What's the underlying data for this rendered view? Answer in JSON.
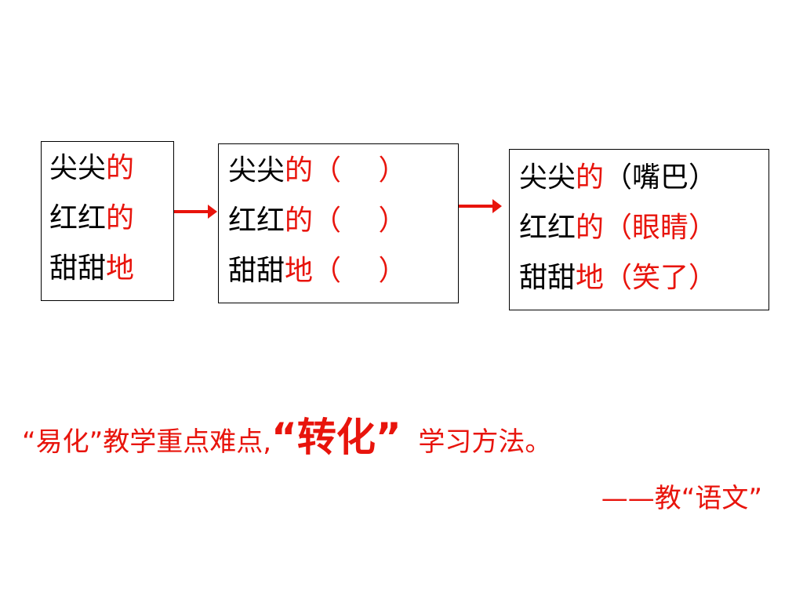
{
  "box1": {
    "lines": [
      [
        "尖尖",
        "的"
      ],
      [
        "红红",
        "的"
      ],
      [
        "甜甜",
        "地"
      ]
    ]
  },
  "box2": {
    "lines": [
      [
        "尖尖",
        "的（　 ）"
      ],
      [
        "红红",
        "的（　 ）"
      ],
      [
        "甜甜",
        "地（　 ）"
      ]
    ]
  },
  "box3": {
    "lines": [
      [
        "尖尖",
        "的",
        "（嘴巴）"
      ],
      [
        "红红",
        "的",
        "（眼睛）"
      ],
      [
        "甜甜",
        "地",
        "（笑了）"
      ]
    ]
  },
  "caption": {
    "part1": "“易化”教学重点难点,",
    "part2": "“转化”",
    "part3": "学习方法。"
  },
  "attribution": "——教“语文”",
  "colors": {
    "accent": "#e8140c"
  }
}
